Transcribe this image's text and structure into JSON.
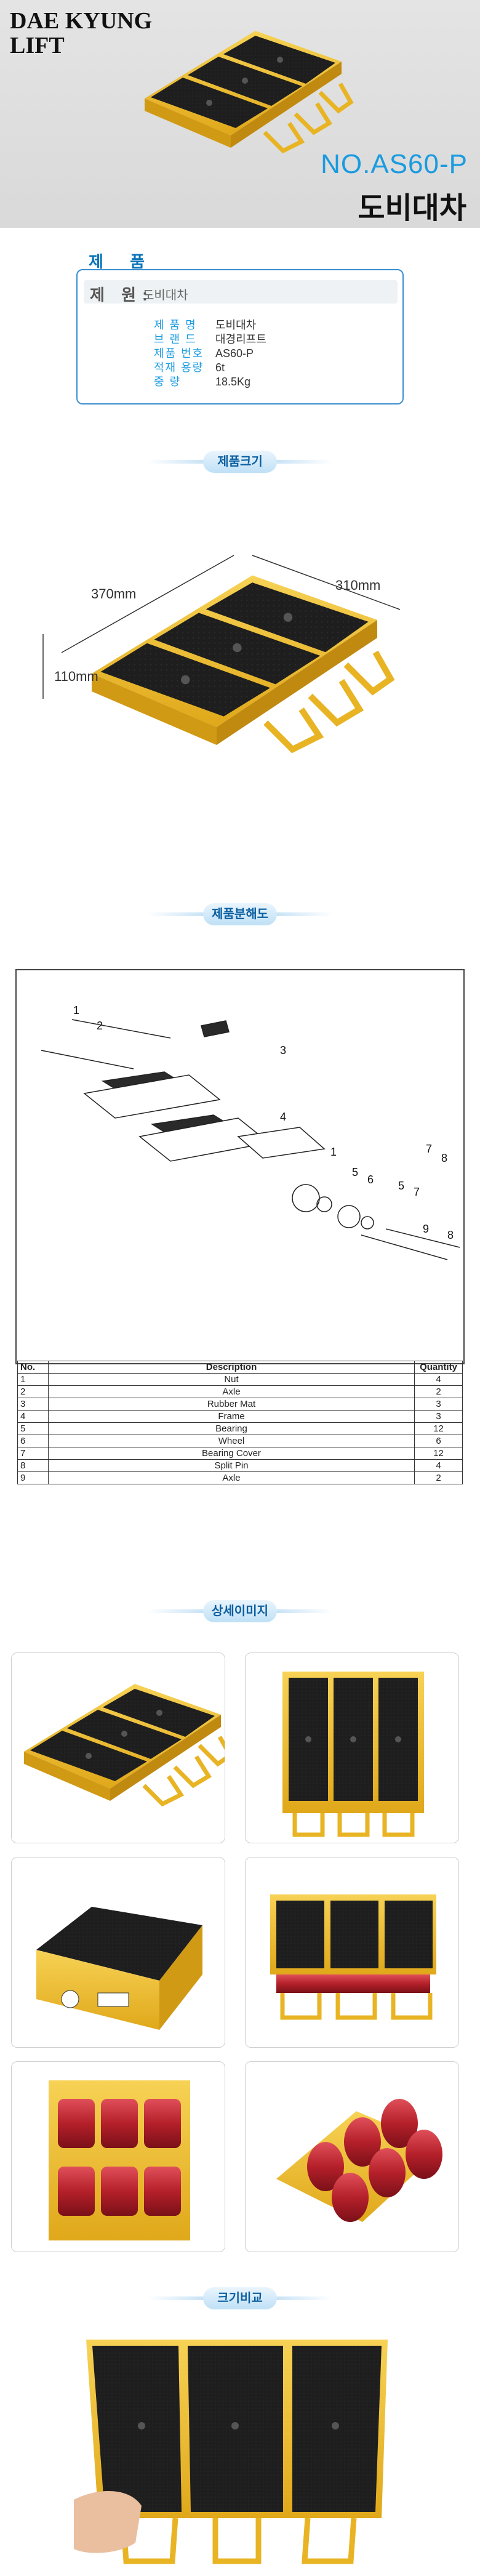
{
  "header": {
    "brand_line1": "DAE KYUNG",
    "brand_line2": "LIFT",
    "model": "NO.AS60-P",
    "product_name": "도비대차"
  },
  "info": {
    "heading": "제 품",
    "row_label": "제 원:",
    "row_value": "도비대차",
    "specs": [
      {
        "key": "제 품 명",
        "value": "도비대차"
      },
      {
        "key": "브 랜 드",
        "value": "대경리프트"
      },
      {
        "key": "제품 번호",
        "value": "AS60-P"
      },
      {
        "key": "적재 용량",
        "value": "6t"
      },
      {
        "key": "중 량",
        "value": "18.5Kg"
      }
    ]
  },
  "sections": {
    "size": "제품크기",
    "exploded": "제품분해도",
    "detail": "상세이미지",
    "compare": "크기비교"
  },
  "dimensions": {
    "length": "370mm",
    "width": "310mm",
    "height": "110mm"
  },
  "callouts": [
    "1",
    "2",
    "3",
    "4",
    "1",
    "5",
    "6",
    "5",
    "7",
    "7",
    "8",
    "9",
    "8"
  ],
  "parts_table": {
    "headers": [
      "No.",
      "Description",
      "Quantity"
    ],
    "rows": [
      [
        "1",
        "Nut",
        "4"
      ],
      [
        "2",
        "Axle",
        "2"
      ],
      [
        "3",
        "Rubber Mat",
        "3"
      ],
      [
        "4",
        "Frame",
        "3"
      ],
      [
        "5",
        "Bearing",
        "12"
      ],
      [
        "6",
        "Wheel",
        "6"
      ],
      [
        "7",
        "Bearing Cover",
        "12"
      ],
      [
        "8",
        "Split   Pin",
        "4"
      ],
      [
        "9",
        "Axle",
        "2"
      ]
    ]
  },
  "colors": {
    "accent_blue": "#1a9be0",
    "frame_yellow": "#f2c230",
    "rubber_black": "#1e1e1e",
    "wheel_red": "#b5202a"
  }
}
